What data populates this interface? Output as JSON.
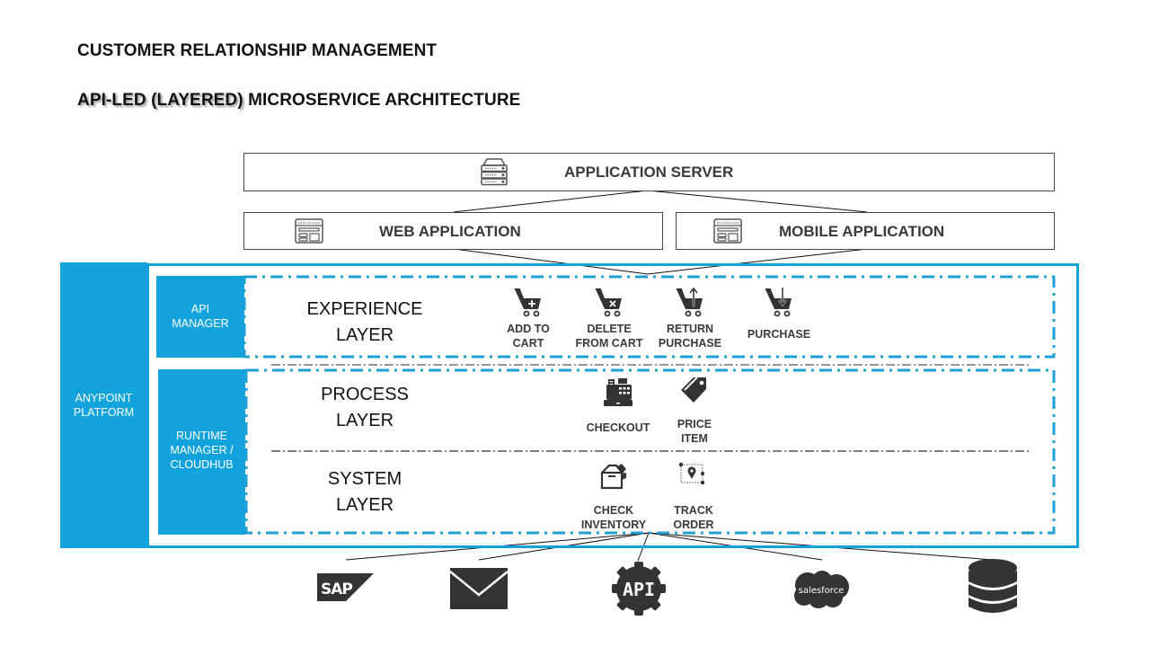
{
  "titles": {
    "main": "CUSTOMER RELATIONSHIP MANAGEMENT",
    "sub_emphasis": "API-LED (LAYERED)",
    "sub_rest": " MICROSERVICE ARCHITECTURE"
  },
  "top_tier": {
    "app_server": {
      "label": "APPLICATION SERVER",
      "icon": "server-icon"
    },
    "web_app": {
      "label": "WEB APPLICATION",
      "icon": "browser-window-icon"
    },
    "mobile_app": {
      "label": "MOBILE APPLICATION",
      "icon": "browser-window-icon"
    }
  },
  "platform": {
    "label_line1": "ANYPOINT",
    "label_line2": "PLATFORM",
    "api_manager": {
      "line1": "API",
      "line2": "MANAGER"
    },
    "runtime_manager": {
      "line1": "RUNTIME",
      "line2": "MANAGER /",
      "line3": "CLOUDHUB"
    },
    "accent_color": "#12a3dc"
  },
  "layers": [
    {
      "line1": "EXPERIENCE",
      "line2": "LAYER",
      "services": [
        {
          "line1": "ADD TO",
          "line2": "CART",
          "icon": "cart-add-icon"
        },
        {
          "line1": "DELETE",
          "line2": "FROM CART",
          "icon": "cart-remove-icon"
        },
        {
          "line1": "RETURN",
          "line2": "PURCHASE",
          "icon": "cart-return-icon"
        },
        {
          "line1": "PURCHASE",
          "line2": "",
          "icon": "cart-purchase-icon"
        }
      ]
    },
    {
      "line1": "PROCESS",
      "line2": "LAYER",
      "services": [
        {
          "line1": "CHECKOUT",
          "line2": "",
          "icon": "cash-register-icon"
        },
        {
          "line1": "PRICE",
          "line2": "ITEM",
          "icon": "price-tag-icon"
        }
      ]
    },
    {
      "line1": "SYSTEM",
      "line2": "LAYER",
      "services": [
        {
          "line1": "CHECK",
          "line2": "INVENTORY",
          "icon": "box-icon"
        },
        {
          "line1": "TRACK",
          "line2": "ORDER",
          "icon": "route-map-icon"
        }
      ]
    }
  ],
  "backends": [
    {
      "name": "SAP",
      "icon": "sap-logo-icon"
    },
    {
      "name": "Email",
      "icon": "envelope-icon"
    },
    {
      "name": "API",
      "icon": "api-gear-icon"
    },
    {
      "name": "salesforce",
      "icon": "salesforce-cloud-icon"
    },
    {
      "name": "Database",
      "icon": "database-icon"
    }
  ]
}
